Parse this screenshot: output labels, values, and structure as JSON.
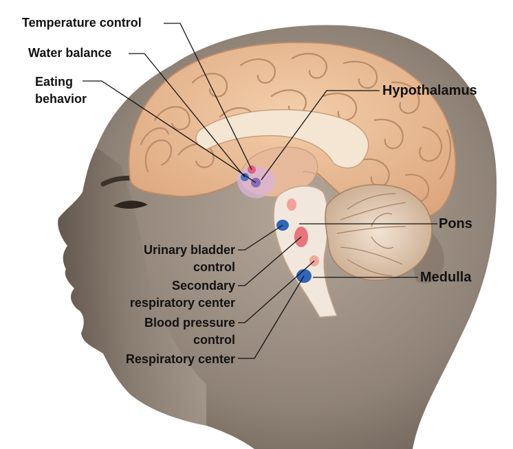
{
  "labels": {
    "temperature_control": "Temperature control",
    "water_balance": "Water balance",
    "eating_behavior": [
      "Eating",
      "behavior"
    ],
    "hypothalamus": "Hypothalamus",
    "pons": "Pons",
    "medulla": "Medulla",
    "urinary_bladder_control": [
      "Urinary bladder",
      "control"
    ],
    "secondary_respiratory_center": [
      "Secondary",
      "respiratory center"
    ],
    "blood_pressure_control": [
      "Blood pressure",
      "control"
    ],
    "respiratory_center": "Respiratory center"
  },
  "colors": {
    "skin": "#9c8f82",
    "cerebrum": "#e9bf98",
    "brain_fold": "#b98c6a",
    "cerebellum": "#e8d2bd",
    "brainstem": "#f1e7dc",
    "red_nucleus": "#e8757a",
    "blue_nucleus": "#2e66b8",
    "purple_nucleus": "#8a69b6",
    "label_text": "#111111"
  }
}
